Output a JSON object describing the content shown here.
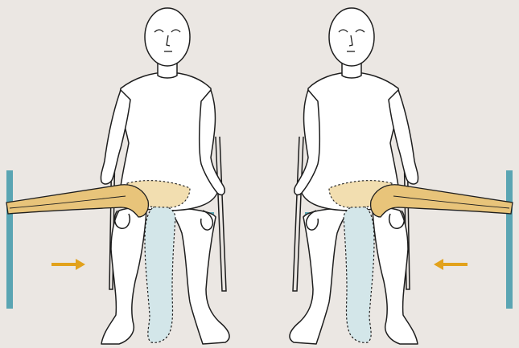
{
  "figure": {
    "panels": [
      {
        "id": "left",
        "mirrored": false,
        "arrow_direction": "right"
      },
      {
        "id": "right",
        "mirrored": true,
        "arrow_direction": "left"
      }
    ],
    "colors": {
      "background": "#ebe7e3",
      "band": "#e8c47a",
      "band_light": "#f2deb0",
      "leg_highlight": "#d3e6e9",
      "post": "#5aa5b3",
      "seat": "#5aa5b3",
      "arrow": "#e2a21c",
      "outline": "#1e1e1e",
      "body": "#ffffff"
    },
    "icons": [
      "person-seated-icon",
      "resistance-band-icon",
      "direction-arrow-icon",
      "anchor-post-icon",
      "chair-icon"
    ]
  }
}
